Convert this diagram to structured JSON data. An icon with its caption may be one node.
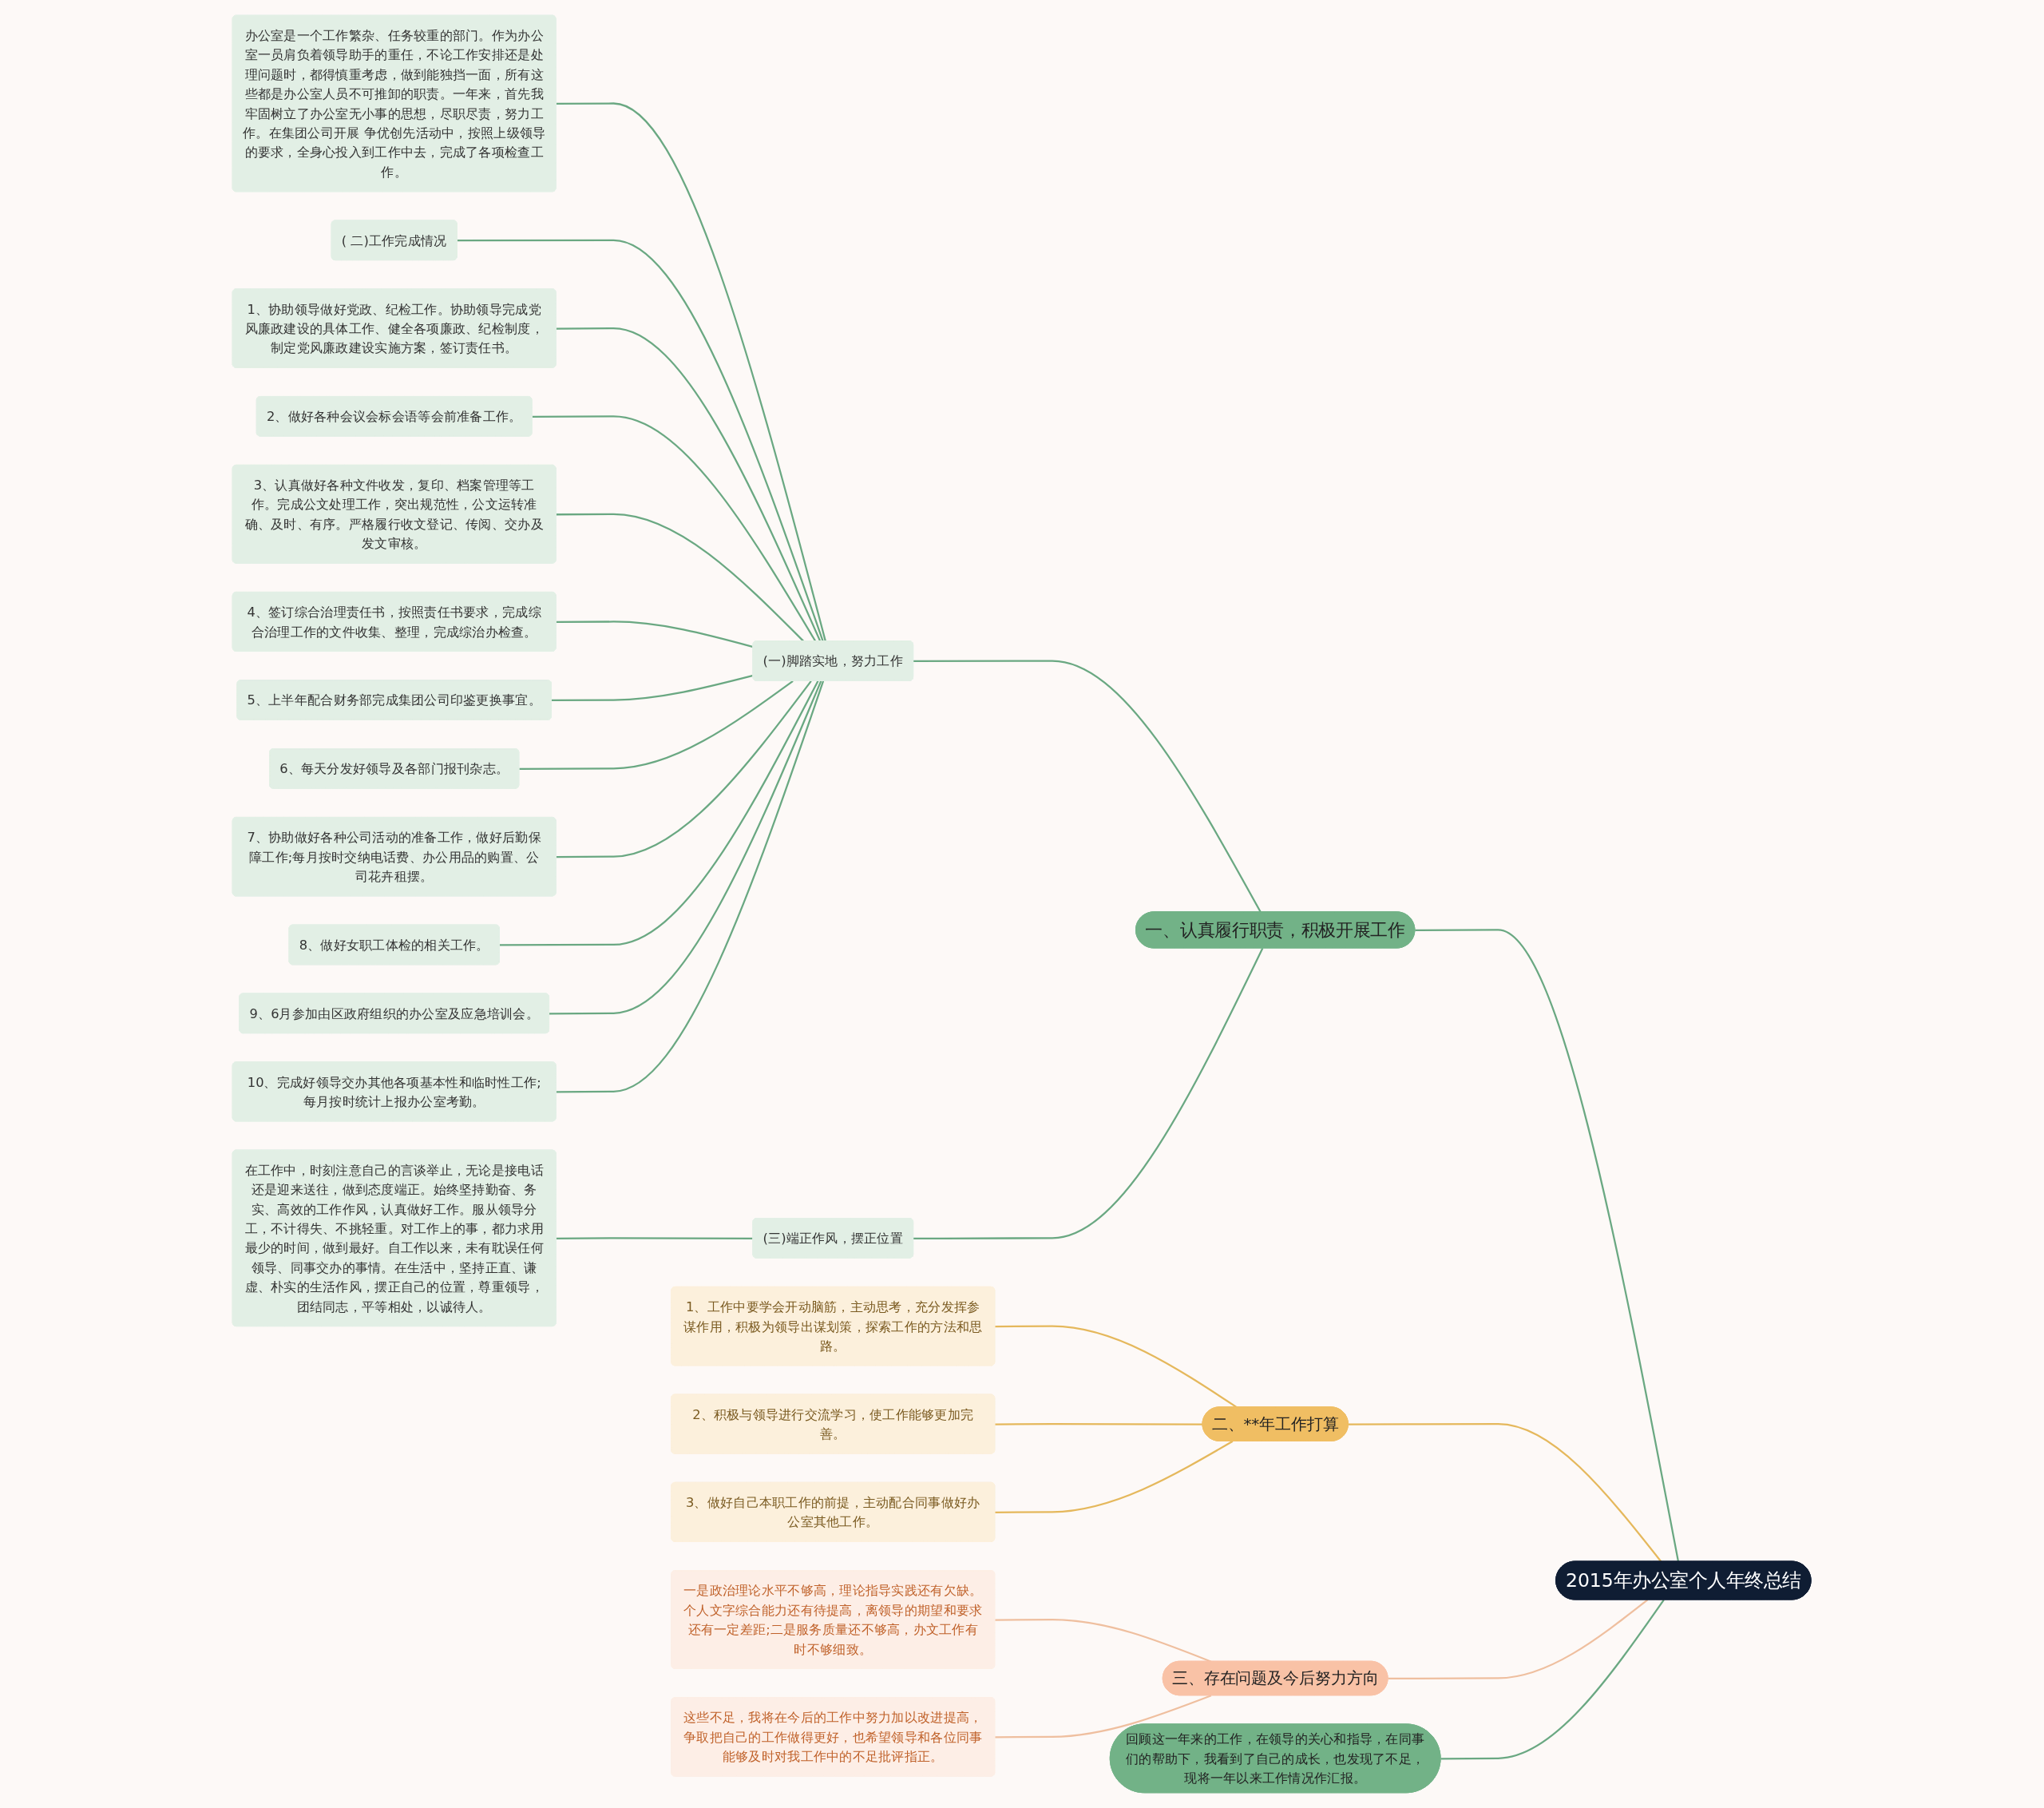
{
  "diagram": {
    "nodes": [
      {
        "text": [
          "2015年办公室个人年终总结"
        ]
      },
      {
        "text": [
          "回顾这一年来的工作，在领导的关心和指导，在同事们的帮助下，我看到了自己的成长，也发现了不足，现将一年以来工作情况作汇报。"
        ]
      },
      {
        "text": [
          "一、认真履行职责，积极开展工作"
        ]
      },
      {
        "text": [
          "(一)脚踏实地，努力工作"
        ]
      },
      {
        "text": [
          "办公室是一个工作繁杂、任务较重的部门。作为办公室一员肩负着领导助手的重任，不论工作安排还是处理问题时，都得慎重考虑，做到能独挡一面，所有这些都是办公室人员不可推卸的职责。一年来，首先我牢固树立了办公室无小事的思想，尽职尽责，努力工作。在集团公司开展 争优创先活动中，按照上级领导的要求，全身心投入到工作中去，完成了各项检查工作。"
        ]
      },
      {
        "text": [
          "( 二)工作完成情况"
        ]
      },
      {
        "text": [
          "1、协助领导做好党政、纪检工作。协助领导完成党风廉政建设的具体工作、健全各项廉政、纪检制度，制定党风廉政建设实施方案，签订责任书。"
        ]
      },
      {
        "text": [
          "2、做好各种会议会标会语等会前准备工作。"
        ]
      },
      {
        "text": [
          "3、认真做好各种文件收发，复印、档案管理等工作。完成公文处理工作，突出规范性，公文运转准确、及时、有序。严格履行收文登记、传阅、交办及发文审核。"
        ]
      },
      {
        "text": [
          "4、签订综合治理责任书，按照责任书要求，完成综合治理工作的文件收集、整理，完成综治办检查。"
        ]
      },
      {
        "text": [
          "5、上半年配合财务部完成集团公司印鉴更换事宜。"
        ]
      },
      {
        "text": [
          "6、每天分发好领导及各部门报刊杂志。"
        ]
      },
      {
        "text": [
          "7、协助做好各种公司活动的准备工作，做好后勤保障工作;每月按时交纳电话费、办公用品的购置、公司花卉租摆。"
        ]
      },
      {
        "text": [
          "8、做好女职工体检的相关工作。"
        ]
      },
      {
        "text": [
          "9、6月参加由区政府组织的办公室及应急培训会。"
        ]
      },
      {
        "text": [
          "10、完成好领导交办其他各项基本性和临时性工作;每月按时统计上报办公室考勤。"
        ]
      },
      {
        "text": [
          "(三)端正作风，摆正位置"
        ]
      },
      {
        "text": [
          "在工作中，时刻注意自己的言谈举止，无论是接电话还是迎来送往，做到态度端正。始终坚持勤奋、务实、高效的工作作风，认真做好工作。服从领导分工，不计得失、不挑轻重。对工作上的事，都力求用最少的时间，做到最好。自工作以来，未有耽误任何领导、同事交办的事情。在生活中，坚持正直、谦虚、朴实的生活作风，摆正自己的位置，尊重领导，团结同志，平等相处，以诚待人。"
        ]
      },
      {
        "text": [
          "二、**年工作打算"
        ]
      },
      {
        "text": [
          "1、工作中要学会开动脑筋，主动思考，充分发挥参谋作用，积极为领导出谋划策，探索工作的方法和思路。"
        ]
      },
      {
        "text": [
          "2、积极与领导进行交流学习，使工作能够更加完善。"
        ]
      },
      {
        "text": [
          "3、做好自己本职工作的前提，主动配合同事做好办公室其他工作。"
        ]
      },
      {
        "text": [
          "三、存在问题及今后努力方向"
        ]
      },
      {
        "text": [
          "一是政治理论水平不够高，理论指导实践还有欠缺。个人文字综合能力还有待提高，离领导的期望和要求还有一定差距;二是服务质量还不够高，办文工作有时不够细致。"
        ]
      },
      {
        "text": [
          "这些不足，我将在今后的工作中努力加以改进提高，争取把自己的工作做得更好，也希望领导和各位同事能够及时对我工作中的不足批评指正。"
        ]
      }
    ],
    "edges": [
      {
        "from": 0,
        "to": 1,
        "arrow": "none"
      },
      {
        "from": 0,
        "to": 2,
        "arrow": "none"
      },
      {
        "from": 2,
        "to": 3,
        "arrow": "none"
      },
      {
        "from": 3,
        "to": 4,
        "arrow": "none"
      },
      {
        "from": 3,
        "to": 5,
        "arrow": "none"
      },
      {
        "from": 3,
        "to": 6,
        "arrow": "none"
      },
      {
        "from": 3,
        "to": 7,
        "arrow": "none"
      },
      {
        "from": 3,
        "to": 8,
        "arrow": "none"
      },
      {
        "from": 3,
        "to": 9,
        "arrow": "none"
      },
      {
        "from": 3,
        "to": 10,
        "arrow": "none"
      },
      {
        "from": 3,
        "to": 11,
        "arrow": "none"
      },
      {
        "from": 3,
        "to": 12,
        "arrow": "none"
      },
      {
        "from": 3,
        "to": 13,
        "arrow": "none"
      },
      {
        "from": 3,
        "to": 14,
        "arrow": "none"
      },
      {
        "from": 3,
        "to": 15,
        "arrow": "none"
      },
      {
        "from": 2,
        "to": 16,
        "arrow": "none"
      },
      {
        "from": 16,
        "to": 17,
        "arrow": "none"
      },
      {
        "from": 0,
        "to": 18,
        "arrow": "none",
        "color": "#e5b85c"
      },
      {
        "from": 18,
        "to": 19,
        "arrow": "none",
        "color": "#e5b85c"
      },
      {
        "from": 18,
        "to": 20,
        "arrow": "none",
        "color": "#e5b85c"
      },
      {
        "from": 18,
        "to": 21,
        "arrow": "none",
        "color": "#e5b85c"
      },
      {
        "from": 0,
        "to": 22,
        "arrow": "none",
        "color": "#efbf9f"
      },
      {
        "from": 22,
        "to": 23,
        "arrow": "none",
        "color": "#efbf9f"
      },
      {
        "from": 22,
        "to": 24,
        "arrow": "none",
        "color": "#efbf9f"
      }
    ]
  }
}
